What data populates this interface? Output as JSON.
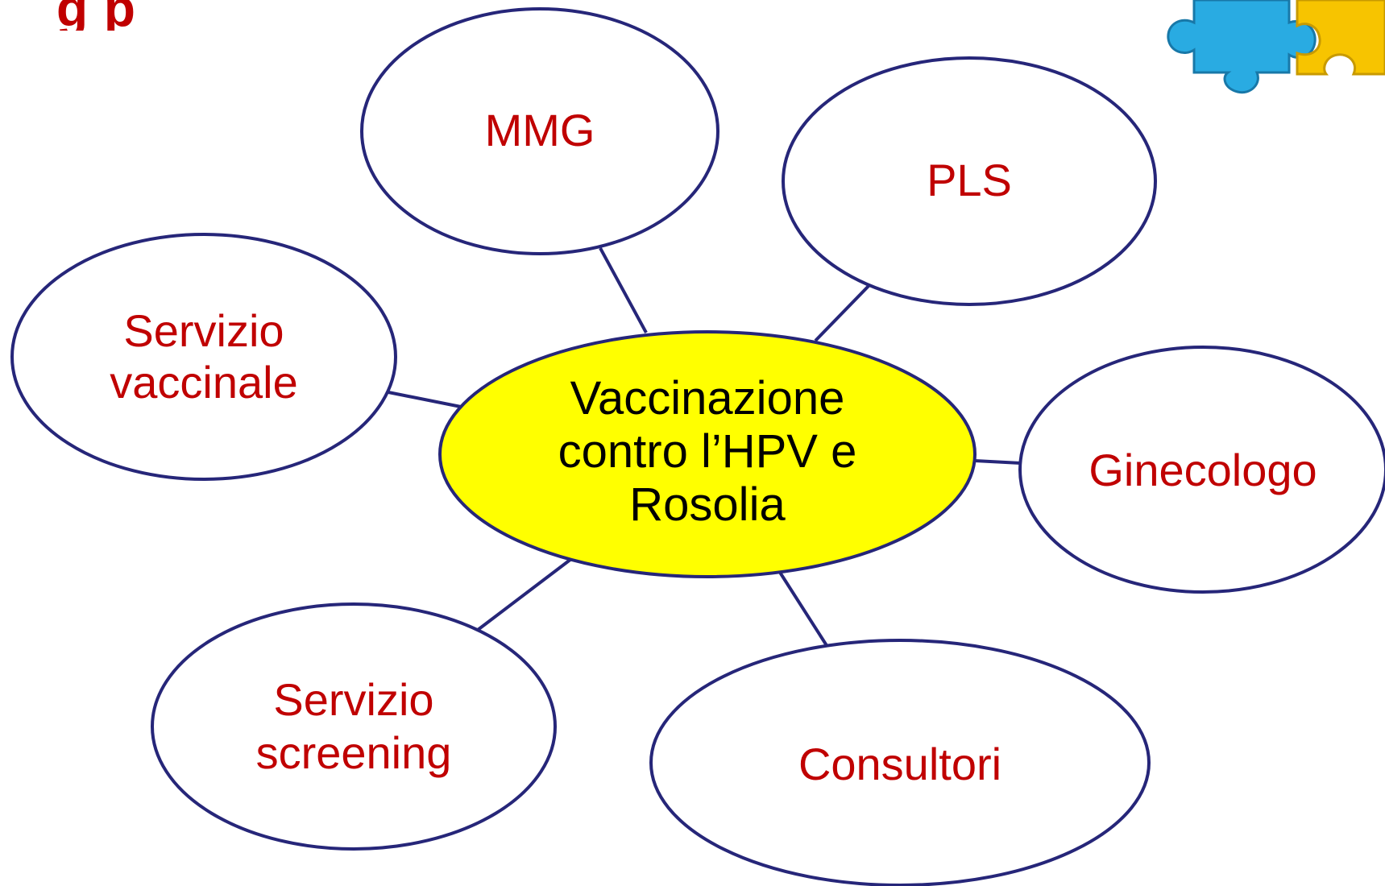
{
  "title_fragment": "g p",
  "colors": {
    "node_text": "#C00000",
    "center_text": "#000000",
    "center_fill": "#FFFF00",
    "node_fill": "#FFFFFF",
    "outline": "#262679",
    "connector": "#262679"
  },
  "decoration": {
    "icon": "puzzle-pieces-icon"
  },
  "diagram": {
    "center": {
      "lines": [
        "Vaccinazione",
        "contro l’HPV e",
        "Rosolia"
      ]
    },
    "nodes": [
      {
        "id": "mmg",
        "lines": [
          "MMG"
        ]
      },
      {
        "id": "pls",
        "lines": [
          "PLS"
        ]
      },
      {
        "id": "servizio-vaccinale",
        "lines": [
          "Servizio",
          "vaccinale"
        ]
      },
      {
        "id": "ginecologo",
        "lines": [
          "Ginecologo"
        ]
      },
      {
        "id": "servizio-screening",
        "lines": [
          "Servizio",
          "screening"
        ]
      },
      {
        "id": "consultori",
        "lines": [
          "Consultori"
        ]
      }
    ]
  }
}
